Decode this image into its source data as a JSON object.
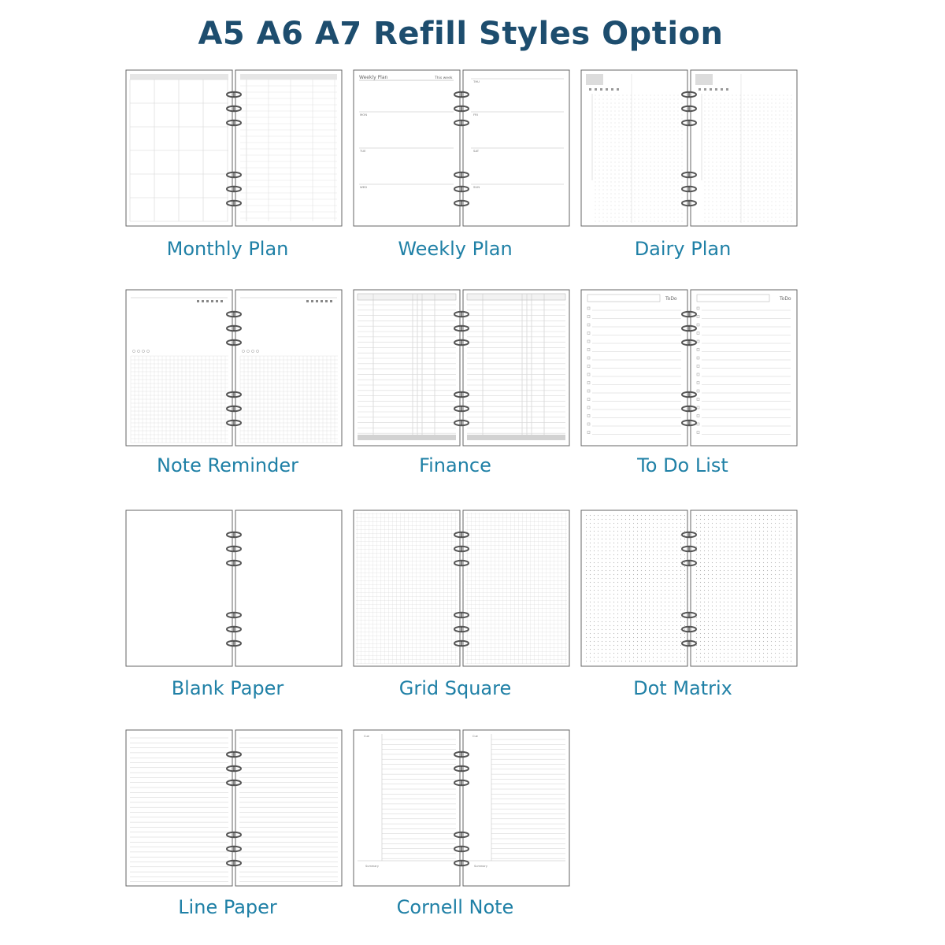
{
  "title": "A5 A6 A7  Refill Styles Option",
  "colors": {
    "title": "#1d4d6e",
    "label": "#1f80a6",
    "page_border": "#666666",
    "ring": "#555555"
  },
  "styles": [
    {
      "id": "monthly",
      "label": "Monthly Plan"
    },
    {
      "id": "weekly",
      "label": "Weekly Plan",
      "page_text": {
        "left_title": "Weekly Plan",
        "left_tag": "This week",
        "days_left": [
          "MON",
          "TUE",
          "WED"
        ],
        "days_right": [
          "THU",
          "FRI",
          "SAT",
          "SUN"
        ]
      }
    },
    {
      "id": "dairy",
      "label": "Dairy Plan"
    },
    {
      "id": "note-reminder",
      "label": "Note Reminder"
    },
    {
      "id": "finance",
      "label": "Finance"
    },
    {
      "id": "todo",
      "label": "To Do List",
      "page_text": {
        "header": "ToDo"
      }
    },
    {
      "id": "blank",
      "label": "Blank Paper"
    },
    {
      "id": "grid",
      "label": "Grid Square"
    },
    {
      "id": "dot",
      "label": "Dot Matrix"
    },
    {
      "id": "line",
      "label": "Line Paper"
    },
    {
      "id": "cornell",
      "label": "Cornell Note",
      "page_text": {
        "cue": "Cue",
        "summary": "Summary"
      }
    }
  ]
}
